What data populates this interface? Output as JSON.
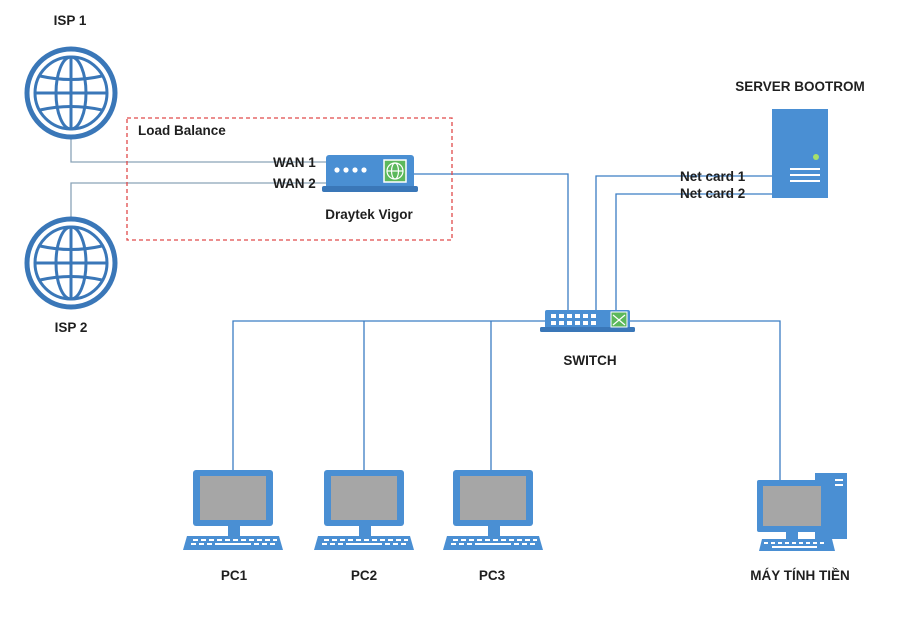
{
  "isp1": {
    "label": "ISP 1"
  },
  "isp2": {
    "label": "ISP 2"
  },
  "load_balance": {
    "label": "Load Balance"
  },
  "router": {
    "wan1": "WAN 1",
    "wan2": "WAN 2",
    "label": "Draytek Vigor"
  },
  "server": {
    "label": "SERVER BOOTROM",
    "net1": "Net card 1",
    "net2": "Net card 2"
  },
  "switch": {
    "label": "SWITCH"
  },
  "clients": [
    {
      "label": "PC1"
    },
    {
      "label": "PC2"
    },
    {
      "label": "PC3"
    },
    {
      "label": "MÁY TÍNH TIỀN"
    }
  ],
  "colors": {
    "device_blue": "#4a8fd3",
    "globe_stroke": "#3a77b8",
    "line_blue": "#3b7dc4",
    "dashed_red": "#e04a4a",
    "screen_gray": "#a6a6a6",
    "switch_green": "#5cb85c"
  }
}
